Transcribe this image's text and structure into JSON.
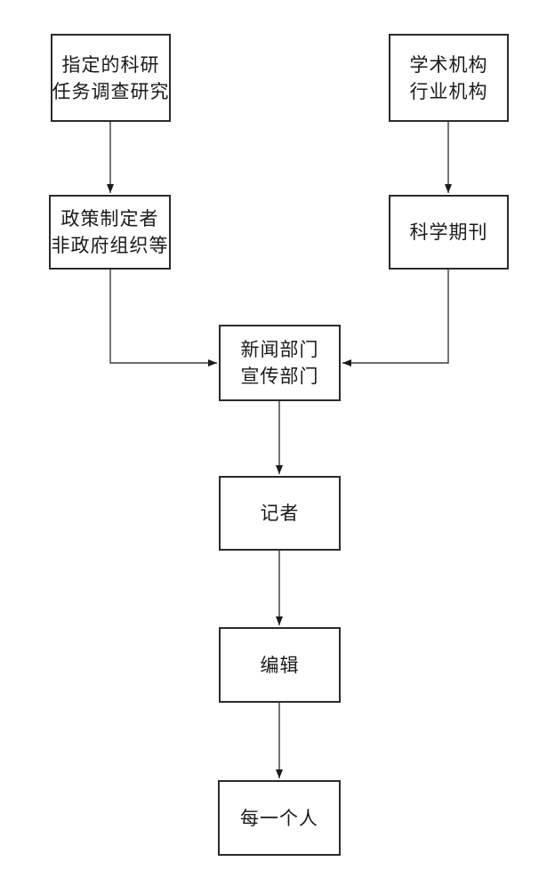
{
  "diagram": {
    "type": "flowchart",
    "colors": {
      "background": "#ffffff",
      "box_border": "#2b2b2b",
      "line_stroke": "#3a3a3a",
      "text": "#1a1a1a"
    },
    "nodes": [
      {
        "id": "assigned-research",
        "lines": [
          "指定的科研",
          "任务调查研究"
        ]
      },
      {
        "id": "academic-orgs",
        "lines": [
          "学术机构",
          "行业机构"
        ]
      },
      {
        "id": "policy-makers",
        "lines": [
          "政策制定者",
          "非政府组织等"
        ]
      },
      {
        "id": "science-journals",
        "lines": [
          "科学期刊"
        ]
      },
      {
        "id": "news-depts",
        "lines": [
          "新闻部门",
          "宣传部门"
        ]
      },
      {
        "id": "reporter",
        "lines": [
          "记者"
        ]
      },
      {
        "id": "editor",
        "lines": [
          "编辑"
        ]
      },
      {
        "id": "everyone",
        "lines": [
          "每一个人"
        ]
      }
    ],
    "edges": [
      {
        "from": "assigned-research",
        "to": "policy-makers",
        "style": "straight-down"
      },
      {
        "from": "academic-orgs",
        "to": "science-journals",
        "style": "straight-down"
      },
      {
        "from": "policy-makers",
        "to": "news-depts",
        "style": "elbow-right"
      },
      {
        "from": "science-journals",
        "to": "news-depts",
        "style": "elbow-left"
      },
      {
        "from": "news-depts",
        "to": "reporter",
        "style": "straight-down"
      },
      {
        "from": "reporter",
        "to": "editor",
        "style": "straight-down"
      },
      {
        "from": "editor",
        "to": "everyone",
        "style": "straight-down"
      }
    ]
  }
}
